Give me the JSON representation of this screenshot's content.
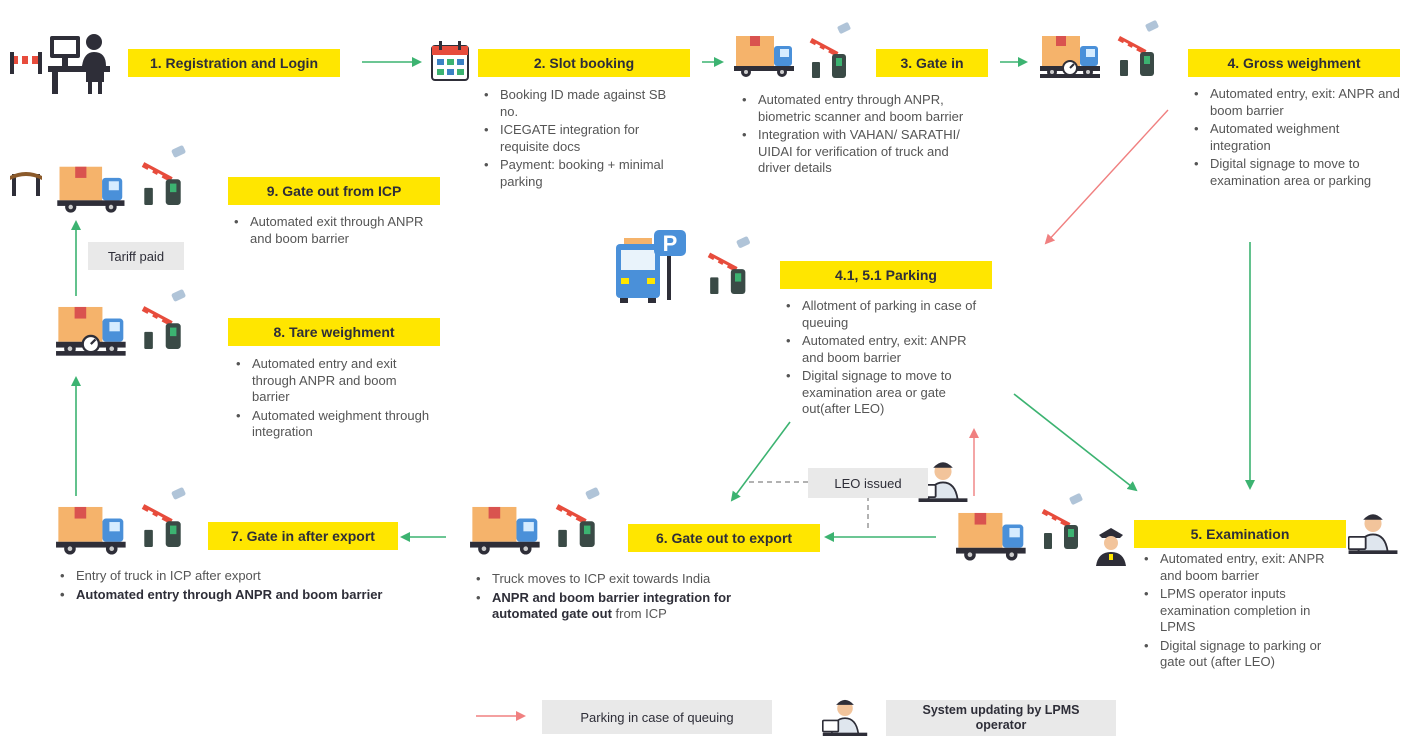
{
  "colors": {
    "header": "#ffe600",
    "green_arrow": "#3cb371",
    "red_arrow": "#f08080",
    "grey_box": "#e9e9e9"
  },
  "steps": {
    "s1": {
      "title": "1. Registration and Login",
      "bullets": []
    },
    "s2": {
      "title": "2. Slot booking",
      "bullets": [
        "Booking ID made against SB no.",
        "ICEGATE integration for requisite docs",
        "Payment: booking + minimal parking"
      ]
    },
    "s3": {
      "title": "3. Gate in",
      "bullets": [
        "Automated entry through ANPR, biometric scanner and boom barrier",
        "Integration with VAHAN/ SARATHI/ UIDAI for verification of truck and driver details"
      ]
    },
    "s4": {
      "title": "4. Gross weighment",
      "bullets": [
        "Automated entry, exit: ANPR and boom barrier",
        "Automated weighment integration",
        "Digital signage to move to examination area or parking"
      ]
    },
    "s41": {
      "title": "4.1, 5.1 Parking",
      "bullets": [
        "Allotment of parking in case of queuing",
        "Automated entry, exit: ANPR and boom barrier",
        "Digital signage to move to examination area or gate out(after LEO)"
      ]
    },
    "s5": {
      "title": "5. Examination",
      "bullets": [
        "Automated entry, exit: ANPR and boom barrier",
        "LPMS operator inputs examination completion in LPMS",
        "Digital signage to parking or gate out (after LEO)"
      ]
    },
    "s6": {
      "title": "6. Gate out to export",
      "bullets": [
        "Truck moves to ICP exit towards India"
      ],
      "b2_bold": "ANPR and boom barrier integration for automated gate out",
      "b2_rest": " from ICP"
    },
    "s7": {
      "title": "7. Gate in after export",
      "bullets": [
        "Entry of truck in ICP after export",
        "Automated entry through ANPR and boom barrier"
      ]
    },
    "s8": {
      "title": "8. Tare weighment",
      "bullets": [
        "Automated entry and exit through ANPR and boom barrier",
        "Automated weighment through integration"
      ]
    },
    "s9": {
      "title": "9. Gate out from ICP",
      "bullets": [
        "Automated exit through ANPR and boom barrier"
      ]
    }
  },
  "labels": {
    "tariff_paid": "Tariff paid",
    "leo_issued": "LEO issued"
  },
  "legend": {
    "parking": "Parking in case of queuing",
    "system": "System updating by LPMS operator"
  },
  "icons": [
    "computer-user-icon",
    "calendar-icon",
    "truck-icon",
    "boom-barrier-icon",
    "anpr-camera-icon",
    "weighbridge-truck-icon",
    "parking-sign-icon",
    "bus-icon",
    "operator-icon",
    "officer-icon",
    "gate-icon"
  ]
}
